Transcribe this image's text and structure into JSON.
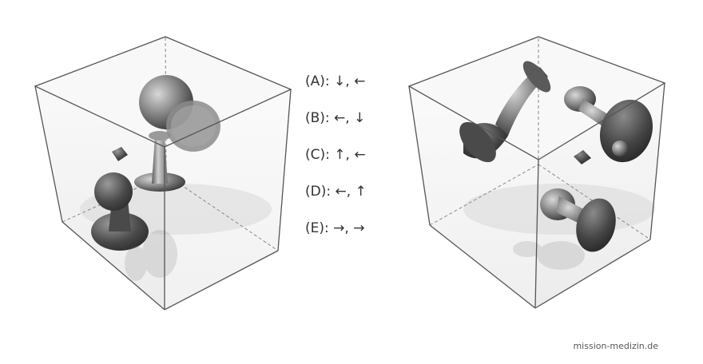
{
  "options": [
    {
      "label": "(A): ↓, ←"
    },
    {
      "label": "(B): ←, ↓"
    },
    {
      "label": "(C): ↑, ←"
    },
    {
      "label": "(D): ←, ↑"
    },
    {
      "label": "(E): →, →"
    }
  ],
  "watermark": "mission-medizin.de",
  "colors": {
    "cube_edge": "#555555",
    "cube_face": "#e2e2e2",
    "object_metal": "#8a8a8a",
    "text": "#333333"
  }
}
